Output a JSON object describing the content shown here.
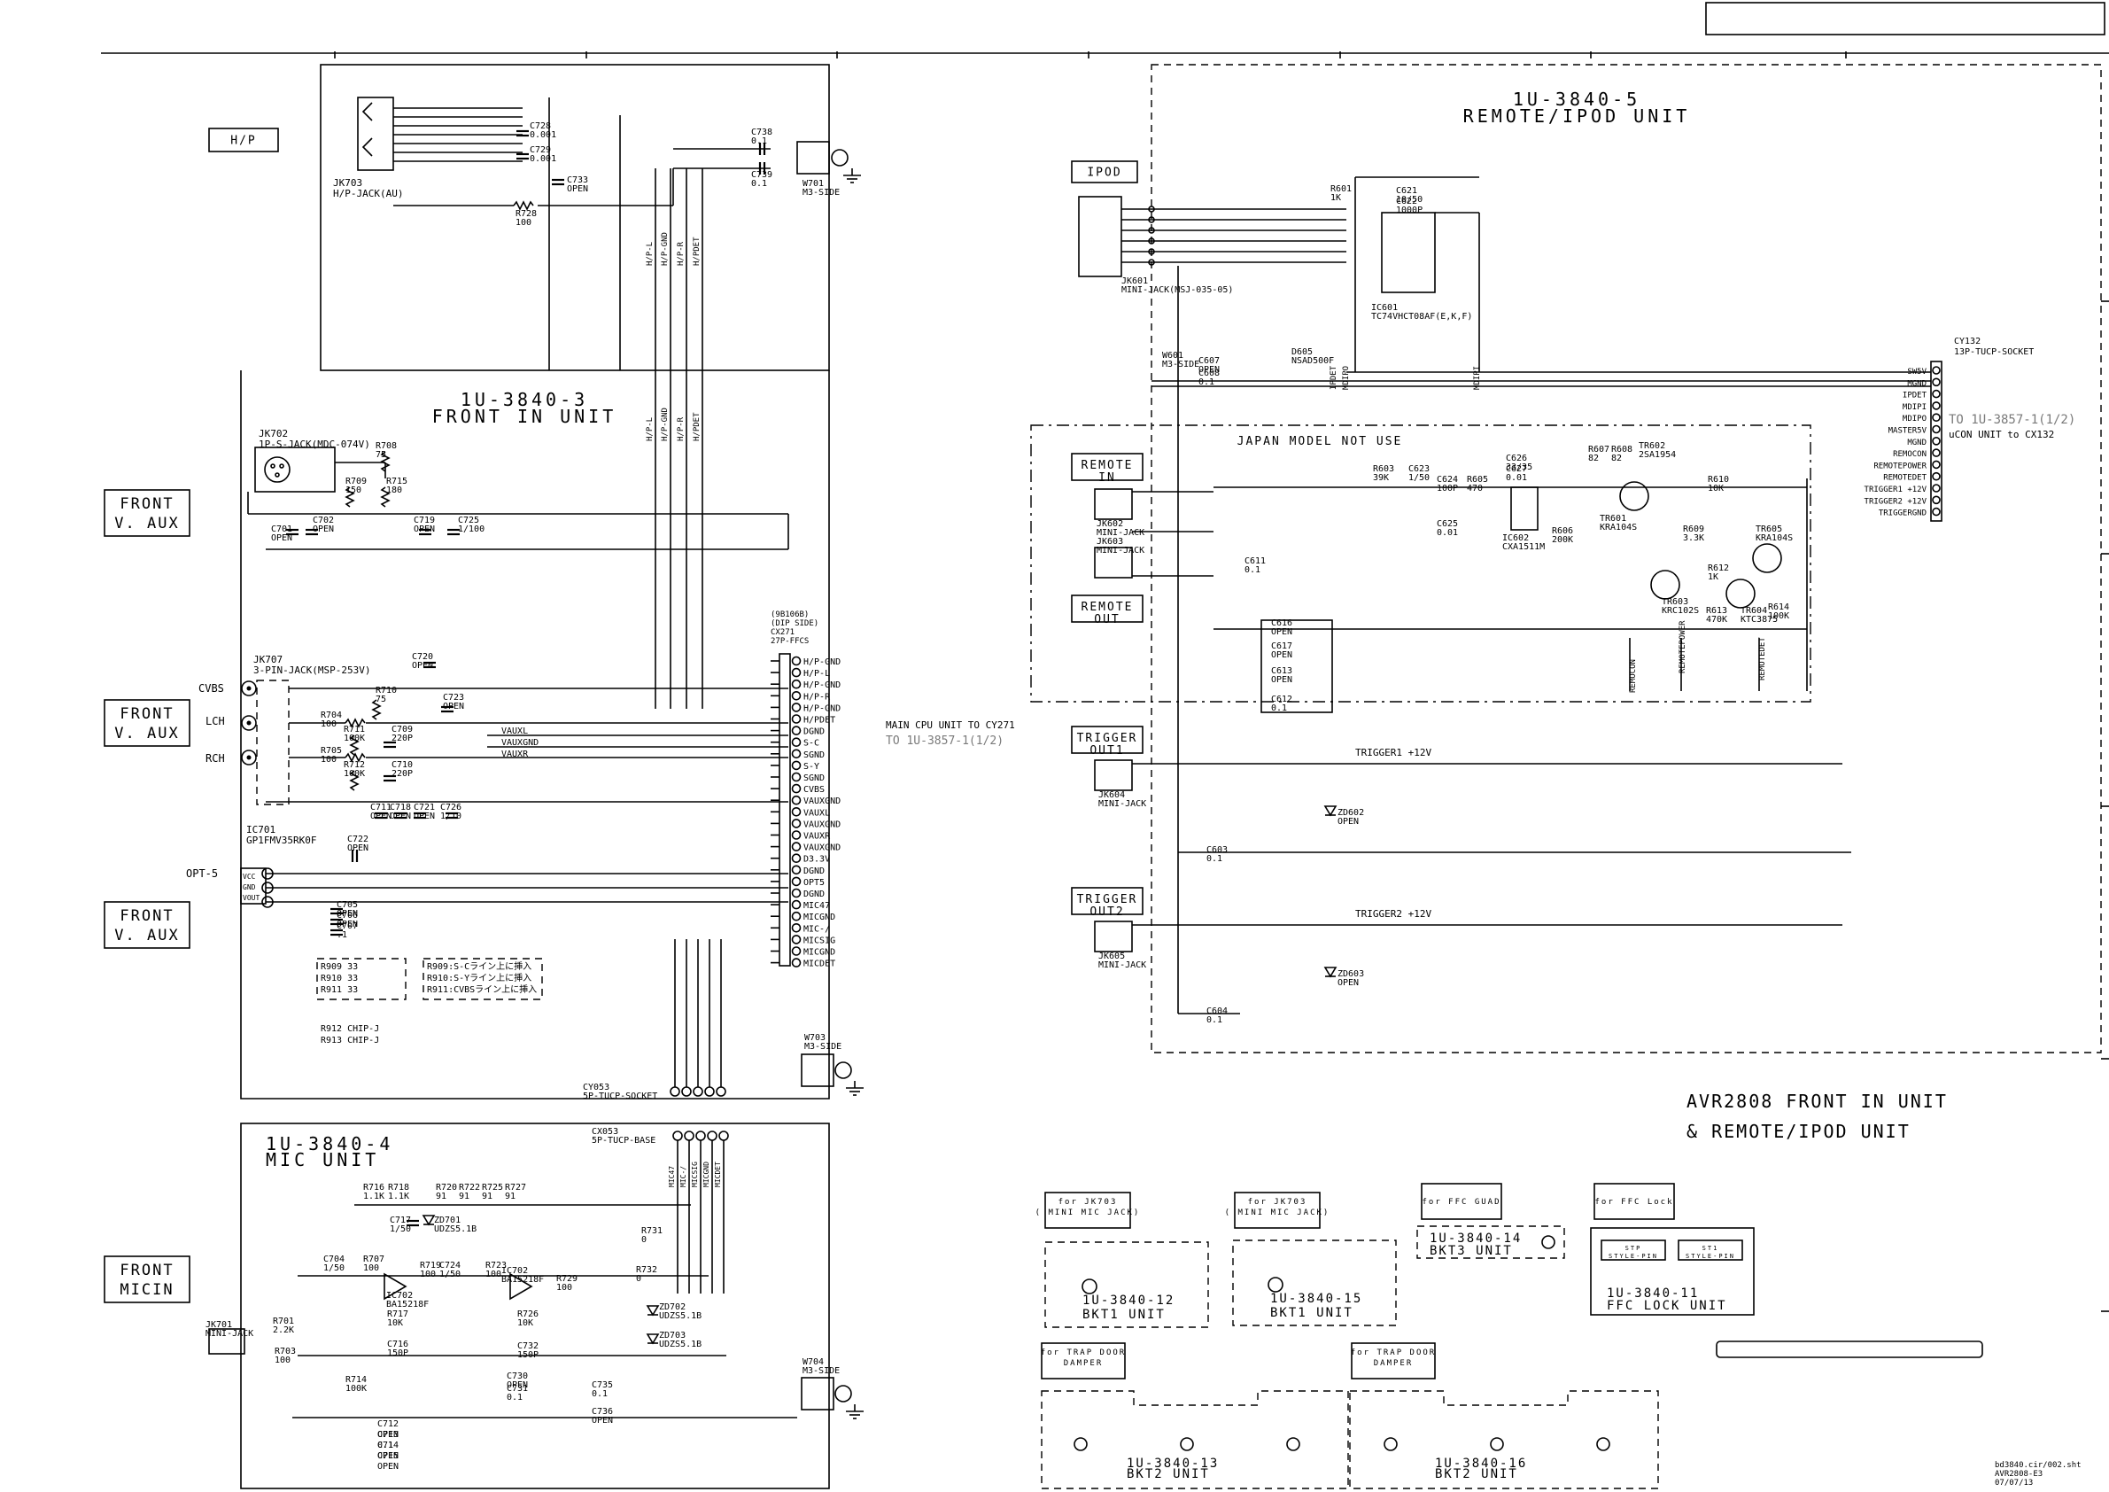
{
  "units": {
    "front_in_title": [
      "1U-3840-3",
      "FRONT IN UNIT"
    ],
    "mic_title": [
      "1U-3840-4",
      "MIC UNIT"
    ],
    "remote_title": [
      "1U-3840-5",
      "REMOTE/IPOD UNIT"
    ],
    "japan_note": "JAPAN MODEL NOT USE"
  },
  "sheet": {
    "title_1": "AVR2808 FRONT IN UNIT",
    "title_2": "& REMOTE/IPOD UNIT",
    "footer": [
      "bd3840.cir/002.sht",
      "AVR2808-E3",
      "07/07/13"
    ]
  },
  "left_labels": {
    "hp": "H/P",
    "front_aux_1": [
      "FRONT",
      "V. AUX"
    ],
    "front_aux_2": [
      "FRONT",
      "V. AUX"
    ],
    "front_aux_3": [
      "FRONT",
      "V. AUX"
    ],
    "front_micin": [
      "FRONT",
      "MICIN"
    ],
    "cvbs": "CVBS",
    "lch": "LCH",
    "rch": "RCH",
    "opt5": "OPT-5"
  },
  "front_parts": {
    "jk703": [
      "JK703",
      "H/P-JACK(AU)"
    ],
    "c728": [
      "C728",
      "0.001"
    ],
    "c729": [
      "C729",
      "0.001"
    ],
    "c733": [
      "C733",
      "OPEN"
    ],
    "r728": [
      "R728",
      "100"
    ],
    "c738": [
      "C738",
      "0.1"
    ],
    "c739": [
      "C739",
      "0.1"
    ],
    "w701": [
      "W701",
      "M3-SIDE"
    ],
    "jk702": [
      "JK702",
      "1P-S-JACK(MDC-074V)"
    ],
    "r708": [
      "R708",
      "75"
    ],
    "r709": [
      "R709",
      "150"
    ],
    "r715": [
      "R715",
      "180"
    ],
    "c701": [
      "C701",
      "OPEN"
    ],
    "c702": [
      "C702",
      "OPEN"
    ],
    "c719": [
      "C719",
      "OPEN"
    ],
    "c725": [
      "C725",
      "1/100"
    ],
    "c720": [
      "C720",
      "OPEN"
    ],
    "jk707": [
      "JK707",
      "3-PIN-JACK(MSP-253V)"
    ],
    "r710": [
      "R710",
      "75"
    ],
    "c723": [
      "C723",
      "OPEN"
    ],
    "r704": [
      "R704",
      "100"
    ],
    "r711": [
      "R711",
      "100K"
    ],
    "c709": [
      "C709",
      "220P"
    ],
    "r705": [
      "R705",
      "100"
    ],
    "r712": [
      "R712",
      "100K"
    ],
    "c710": [
      "C710",
      "220P"
    ],
    "c711": [
      "C711",
      "OPEN"
    ],
    "c718": [
      "C718",
      "OPEN"
    ],
    "c721": [
      "C721",
      "OPEN"
    ],
    "c726": [
      "C726",
      "1/10"
    ],
    "ic701": [
      "IC701",
      "GP1FMV35RK0F"
    ],
    "c722": [
      "C722",
      "OPEN"
    ],
    "c705": [
      "C705",
      "OPEN"
    ],
    "c706": [
      "C706",
      "OPEN"
    ],
    "c707": [
      "C707",
      ".1"
    ],
    "r_list_a": [
      "R909 33",
      "R910 33",
      "R911 33"
    ],
    "r_list_b": [
      "R909:S-Cライン上に挿入",
      "R910:S-Yライン上に挿入",
      "R911:CVBSライン上に挿入"
    ],
    "r_list_c": [
      "R912 CHIP-J",
      "R913 CHIP-J"
    ],
    "w703": [
      "W703",
      "M3-SIDE"
    ],
    "cy053": [
      "CY053",
      "5P-TUCP-SOCKET"
    ],
    "bus_hp": [
      "H/P-L",
      "H/P-GND",
      "H/P-R",
      "H/PDET"
    ],
    "cx271": [
      "(9B106B)",
      "(DIP SIDE)",
      "CX271",
      "27P-FFCS"
    ],
    "cx271_pins": [
      "H/P-GND",
      "H/P-L",
      "H/P-GND",
      "H/P-R",
      "H/P-GND",
      "H/PDET",
      "DGND",
      "S-C",
      "SGND",
      "S-Y",
      "SGND",
      "CVBS",
      "VAUXGND",
      "VAUXL",
      "VAUXGND",
      "VAUXR",
      "VAUXGND",
      "D3.3V",
      "DGND",
      "OPT5",
      "DGND",
      "MIC47",
      "MICGND",
      "MIC-/",
      "MICSIG",
      "MICGND",
      "MICDET"
    ],
    "vaux_sig": [
      "VAUXL",
      "VAUXGND",
      "VAUXR"
    ],
    "main_cpu_note": "MAIN CPU UNIT TO CY271",
    "to_3857": "TO 1U-3857-1(1/2)",
    "vcc": [
      "VCC",
      "GND",
      "VOUT"
    ]
  },
  "mic_parts": {
    "cx053": [
      "CX053",
      "5P-TUCP-BASE"
    ],
    "cx053_pins": [
      "MIC47",
      "MIC-/",
      "MICSIG",
      "MICGND",
      "MICDET"
    ],
    "r716": [
      "R716",
      "1.1K"
    ],
    "r718": [
      "R718",
      "1.1K"
    ],
    "r720": [
      "R720",
      "91"
    ],
    "r722": [
      "R722",
      "91"
    ],
    "r725": [
      "R725",
      "91"
    ],
    "r727": [
      "R727",
      "91"
    ],
    "c717": [
      "C717",
      "1/50"
    ],
    "zd701": [
      "ZD701",
      "UDZS5.1B"
    ],
    "r731": [
      "R731",
      "0"
    ],
    "r732": [
      "R732",
      "0"
    ],
    "c704": [
      "C704",
      "1/50"
    ],
    "r707": [
      "R707",
      "100"
    ],
    "r719": [
      "R719",
      "100"
    ],
    "c724": [
      "C724",
      "1/50"
    ],
    "r723": [
      "R723",
      "100"
    ],
    "ic702_a": [
      "IC702",
      "BA15218F"
    ],
    "ic702_b": [
      "IC702",
      "BA15218F"
    ],
    "r729": [
      "R729",
      "100"
    ],
    "r717": [
      "R717",
      "10K"
    ],
    "c716": [
      "C716",
      "150P"
    ],
    "r726": [
      "R726",
      "10K"
    ],
    "c732": [
      "C732",
      "150P"
    ],
    "jk701": [
      "JK701",
      "MINI-JACK"
    ],
    "r701": [
      "R701",
      "2.2K"
    ],
    "r703": [
      "R703",
      "100"
    ],
    "r714": [
      "R714",
      "100K"
    ],
    "c730": [
      "C730",
      "OPEN"
    ],
    "c731": [
      "C731",
      "0.1"
    ],
    "c735": [
      "C735",
      "0.1"
    ],
    "c736": [
      "C736",
      "OPEN"
    ],
    "c712": [
      "C712",
      "OPEN"
    ],
    "c713": [
      "C713",
      "0.1"
    ],
    "c714": [
      "C714",
      "OPEN"
    ],
    "c715": [
      "C715",
      "OPEN"
    ],
    "zd702": [
      "ZD702",
      "UDZS5.1B"
    ],
    "zd703": [
      "ZD703",
      "UDZS5.1B"
    ],
    "w704": [
      "W704",
      "M3-SIDE"
    ]
  },
  "remote_parts": {
    "ipod": "IPOD",
    "remote_in": [
      "REMOTE",
      "IN"
    ],
    "remote_out": [
      "REMOTE",
      "OUT"
    ],
    "trigger_out1": [
      "TRIGGER",
      "OUT1"
    ],
    "trigger_out2": [
      "TRIGGER",
      "OUT2"
    ],
    "jk601": [
      "JK601",
      "MINI-JACK(MSJ-035-05)"
    ],
    "c621": [
      "C621",
      "10/50"
    ],
    "c622": [
      "C622",
      "1000P"
    ],
    "r601": [
      "R601",
      "1K"
    ],
    "ic601": [
      "IC601",
      "TC74VHCT08AF(E,K,F)"
    ],
    "d605": [
      "D605",
      "NSAD500F"
    ],
    "w601": [
      "W601",
      "M3-SIDE"
    ],
    "c607": [
      "C607",
      "OPEN"
    ],
    "c608": [
      "C608",
      "0.1"
    ],
    "cy132": [
      "CY132",
      "13P-TUCP-SOCKET"
    ],
    "cy132_pins": [
      "SW5V",
      "MGND",
      "IPDET",
      "MDIPI",
      "MDIPO",
      "MASTER5V",
      "MGND",
      "REMOCON",
      "REMOTEPOWER",
      "REMOTEDET",
      "TRIGGER1 +12V",
      "TRIGGER2 +12V",
      "TRIGGERGND"
    ],
    "to_3857": "TO 1U-3857-1(1/2)",
    "ucon_note": "uCON UNIT to CX132",
    "jk602": [
      "JK602",
      "MINI-JACK"
    ],
    "jk603": [
      "JK603",
      "MINI-JACK"
    ],
    "r603": [
      "R603",
      "39K"
    ],
    "c623": [
      "C623",
      "1/50"
    ],
    "c624": [
      "C624",
      "100P"
    ],
    "r605": [
      "R605",
      "470"
    ],
    "c626": [
      "C626",
      "33/35"
    ],
    "c627": [
      "C627",
      "0.01"
    ],
    "c625": [
      "C625",
      "0.01"
    ],
    "ic602": [
      "IC602",
      "CXA1511M"
    ],
    "r606": [
      "R606",
      "200K"
    ],
    "r607": [
      "R607",
      "82"
    ],
    "r608": [
      "R608",
      "82"
    ],
    "tr602": [
      "TR602",
      "2SA1954"
    ],
    "tr601": [
      "TR601",
      "KRA104S"
    ],
    "r610": [
      "R610",
      "10K"
    ],
    "r609": [
      "R609",
      "3.3K"
    ],
    "tr605": [
      "TR605",
      "KRA104S"
    ],
    "r612": [
      "R612",
      "1K"
    ],
    "r613": [
      "R613",
      "470K"
    ],
    "tr603": [
      "TR603",
      "KRC102S"
    ],
    "tr604": [
      "TR604",
      "KTC3875"
    ],
    "r614": [
      "R614",
      "100K"
    ],
    "c611": [
      "C611",
      "0.1"
    ],
    "c616": [
      "C616",
      "OPEN"
    ],
    "c617": [
      "C617",
      "OPEN"
    ],
    "c613": [
      "C613",
      "OPEN"
    ],
    "c612": [
      "C612",
      "0.1"
    ],
    "jk604": [
      "JK604",
      "MINI-JACK"
    ],
    "jk605": [
      "JK605",
      "MINI-JACK"
    ],
    "trigger1": "TRIGGER1 +12V",
    "trigger2": "TRIGGER2 +12V",
    "zd602": [
      "ZD602",
      "OPEN"
    ],
    "zd603": [
      "ZD603",
      "OPEN"
    ],
    "c603": [
      "C603",
      "0.1"
    ],
    "c604": [
      "C604",
      "0.1"
    ],
    "vert_labels": [
      "REMOCON",
      "REMOTEPOWER",
      "REMOTEDET",
      "IPDET",
      "MDIPO",
      "MDIPI"
    ]
  },
  "brackets": {
    "for_jk703_a": [
      "for JK703",
      "( MINI MIC JACK)"
    ],
    "for_jk703_b": [
      "for JK703",
      "( MINI MIC JACK)"
    ],
    "for_ffc_guad": "for FFC GUAD",
    "for_ffc_lock": "for FFC Lock",
    "bkt1_a": [
      "1U-3840-12",
      "BKT1 UNIT"
    ],
    "bkt1_b": [
      "1U-3840-15",
      "BKT1 UNIT"
    ],
    "bkt3": [
      "1U-3840-14",
      "BKT3 UNIT"
    ],
    "ffc_lock": [
      "1U-3840-11",
      "FFC LOCK UNIT"
    ],
    "stp_a": [
      "STP",
      "STYLE-PIN"
    ],
    "stp_b": [
      "ST1",
      "STYLE-PIN"
    ],
    "for_trap_a": [
      "for TRAP DOOR",
      "DAMPER"
    ],
    "for_trap_b": [
      "for TRAP DOOR",
      "DAMPER"
    ],
    "bkt2_a": [
      "1U-3840-13",
      "BKT2 UNIT"
    ],
    "bkt2_b": [
      "1U-3840-16",
      "BKT2 UNIT"
    ]
  }
}
